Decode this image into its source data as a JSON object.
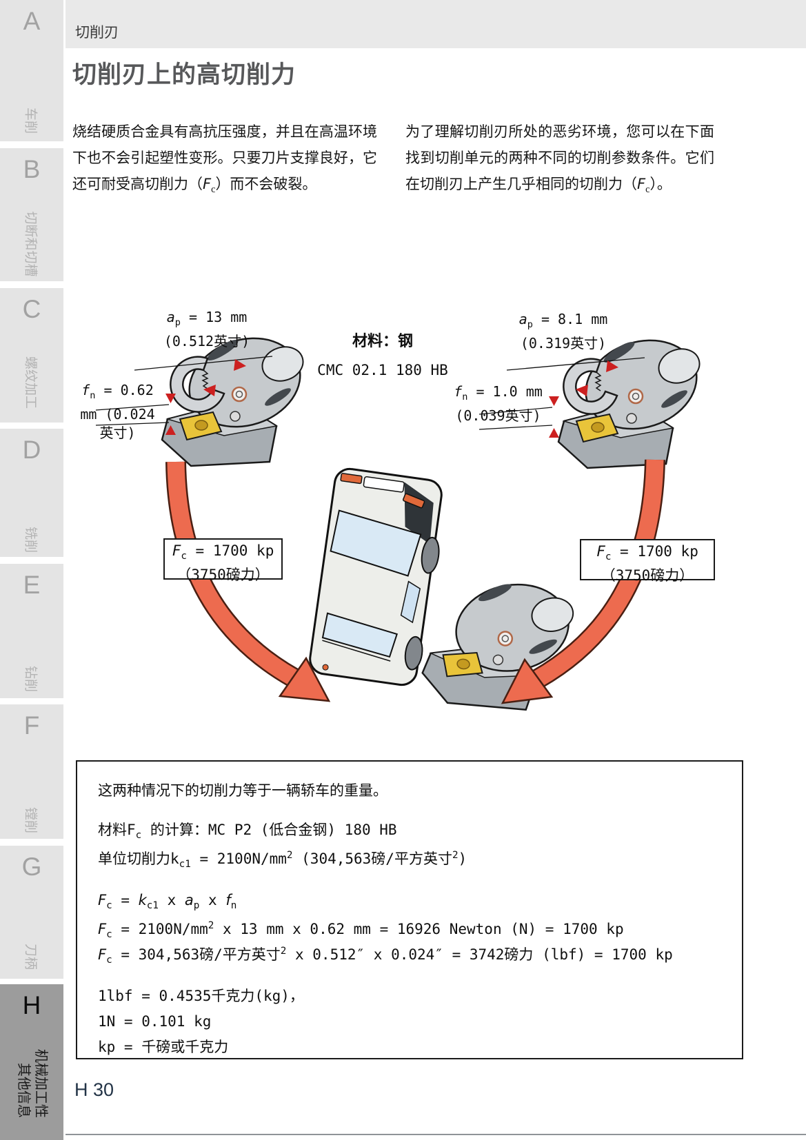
{
  "sidebar": {
    "sections": [
      {
        "letter": "A",
        "label": "车削"
      },
      {
        "letter": "B",
        "label": "切断和切槽"
      },
      {
        "letter": "C",
        "label": "螺纹加工"
      },
      {
        "letter": "D",
        "label": "铣削"
      },
      {
        "letter": "E",
        "label": "钻削"
      },
      {
        "letter": "F",
        "label": "镗削"
      },
      {
        "letter": "G",
        "label": "刀柄"
      },
      {
        "letter": "H",
        "label_line1": "机械加工性",
        "label_line2": "其他信息",
        "active": true
      }
    ]
  },
  "header": {
    "breadcrumb": "切削刃"
  },
  "title": "切削刃上的高切削力",
  "intro": {
    "left_segments": [
      {
        "t": "烧结硬质合金具有高抗压强度，并且在高温环境下也不会引起塑性变形。只要刀片支撑良好，它还可耐受高切削力（",
        "st": "n"
      },
      {
        "t": "F",
        "st": "i"
      },
      {
        "t": "c",
        "st": "sub"
      },
      {
        "t": "）而不会破裂。",
        "st": "n"
      }
    ],
    "right_segments": [
      {
        "t": "为了理解切削刃所处的恶劣环境，您可以在下面找到切削单元的两种不同的切削参数条件。它们在切削刃上产生几乎相同的切削力（",
        "st": "n"
      },
      {
        "t": "F",
        "st": "i"
      },
      {
        "t": "c",
        "st": "sub"
      },
      {
        "t": "）。",
        "st": "n"
      }
    ]
  },
  "figure": {
    "material_label": "材料：钢",
    "material_spec": "CMC 02.1 180 HB",
    "left_tool": {
      "ap_segments": [
        {
          "t": "a",
          "st": "i"
        },
        {
          "t": "p",
          "st": "sub"
        },
        {
          "t": " = 13 mm",
          "st": "n"
        },
        {
          "br": true
        },
        {
          "t": "(0.512英寸)",
          "st": "n"
        }
      ],
      "fn_segments": [
        {
          "t": "f",
          "st": "i"
        },
        {
          "t": "n",
          "st": "sub"
        },
        {
          "t": " = 0.62",
          "st": "n"
        },
        {
          "br": true
        },
        {
          "t": "mm (0.024",
          "st": "n"
        },
        {
          "br": true
        },
        {
          "t": "英寸)",
          "st": "n"
        }
      ]
    },
    "right_tool": {
      "ap_segments": [
        {
          "t": "a",
          "st": "i"
        },
        {
          "t": "p",
          "st": "sub"
        },
        {
          "t": " = 8.1 mm",
          "st": "n"
        },
        {
          "br": true
        },
        {
          "t": "(0.319英寸)",
          "st": "n"
        }
      ],
      "fn_segments": [
        {
          "t": "f",
          "st": "i"
        },
        {
          "t": "n",
          "st": "sub"
        },
        {
          "t": " = 1.0 mm",
          "st": "n"
        },
        {
          "br": true
        },
        {
          "t": "(0.039英寸)",
          "st": "n"
        }
      ]
    },
    "fc_left_segments": [
      {
        "t": "F",
        "st": "i"
      },
      {
        "t": "c",
        "st": "sub"
      },
      {
        "t": " = 1700 kp",
        "st": "n"
      },
      {
        "br": true
      },
      {
        "t": "（3750磅力）",
        "st": "n"
      }
    ],
    "fc_right_segments": [
      {
        "t": "F",
        "st": "i"
      },
      {
        "t": "c",
        "st": "sub"
      },
      {
        "t": " = 1700 kp",
        "st": "n"
      },
      {
        "br": true
      },
      {
        "t": "（3750磅力）",
        "st": "n"
      }
    ]
  },
  "calc_box": {
    "line_weight": "这两种情况下的切削力等于一辆轿车的重量。",
    "line_material_segments": [
      {
        "t": "材料F",
        "st": "n"
      },
      {
        "t": "c",
        "st": "sub"
      },
      {
        "t": " 的计算：MC P2 (低合金钢) 180 HB",
        "st": "n"
      }
    ],
    "line_kc1_segments": [
      {
        "t": "单位切削力k",
        "st": "n"
      },
      {
        "t": "c1",
        "st": "sub"
      },
      {
        "t": " = 2100N/mm",
        "st": "n"
      },
      {
        "t": "2",
        "st": "sup"
      },
      {
        "t": " (304,563磅/平方英寸",
        "st": "n"
      },
      {
        "t": "2",
        "st": "sup"
      },
      {
        "t": ")",
        "st": "n"
      }
    ],
    "line_formula_segments": [
      {
        "t": "F",
        "st": "i"
      },
      {
        "t": "c",
        "st": "sub"
      },
      {
        "t": " = ",
        "st": "n"
      },
      {
        "t": "k",
        "st": "i"
      },
      {
        "t": "c1",
        "st": "sub"
      },
      {
        "t": " x ",
        "st": "n"
      },
      {
        "t": "a",
        "st": "i"
      },
      {
        "t": "p",
        "st": "sub"
      },
      {
        "t": " x ",
        "st": "n"
      },
      {
        "t": "f",
        "st": "i"
      },
      {
        "t": "n",
        "st": "sub"
      }
    ],
    "line_metric_segments": [
      {
        "t": "F",
        "st": "i"
      },
      {
        "t": "c",
        "st": "sub"
      },
      {
        "t": " = 2100N/mm",
        "st": "n"
      },
      {
        "t": "2",
        "st": "sup"
      },
      {
        "t": " x 13 mm x 0.62 mm = 16926 Newton (N) = 1700 kp",
        "st": "n"
      }
    ],
    "line_imperial_segments": [
      {
        "t": "F",
        "st": "i"
      },
      {
        "t": "c",
        "st": "sub"
      },
      {
        "t": " = 304,563磅/平方英寸",
        "st": "n"
      },
      {
        "t": "2",
        "st": "sup"
      },
      {
        "t": " x 0.512″ x 0.024″ = 3742磅力 (lbf)  = 1700 kp",
        "st": "n"
      }
    ],
    "line_lbf": "1lbf = 0.4535千克力(kg)，",
    "line_newton": "1N = 0.101 kg",
    "line_kp": "kp = 千磅或千克力"
  },
  "footer": {
    "page_number": "H 30"
  },
  "colors": {
    "arrow_orange": "#ed6b4f",
    "insert_yellow": "#e9c43a",
    "dimension_red": "#cc2020",
    "tab_bg": "#e4e4e4",
    "active_tab_bg": "#9c9c9c",
    "window_blue": "#d9e9f5"
  }
}
